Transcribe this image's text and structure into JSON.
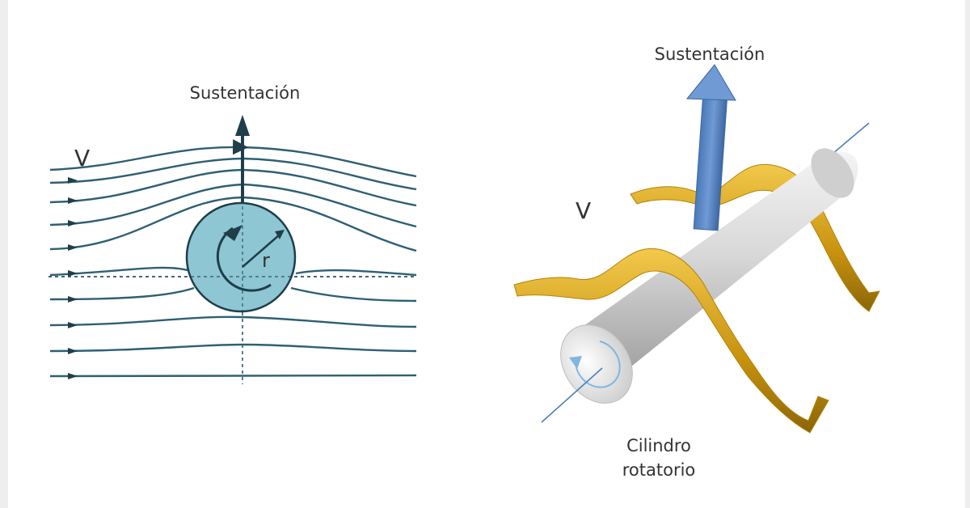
{
  "left_diagram": {
    "lift_label": "Sustentación",
    "velocity_label": "V",
    "radius_label": "r",
    "colors": {
      "streamline": "#2e5f74",
      "cylinder": "#8ec6d3",
      "arrow": "#1f3e4a"
    }
  },
  "right_diagram": {
    "lift_label": "Sustentación",
    "velocity_label": "V",
    "cylinder_label_line1": "Cilindro",
    "cylinder_label_line2": "rotatorio",
    "colors": {
      "lift_arrow": "#5b8cc9",
      "ribbon": "#e0aa1f",
      "cylinder": "#d9d9d9",
      "axis": "#4a7fbf"
    }
  }
}
